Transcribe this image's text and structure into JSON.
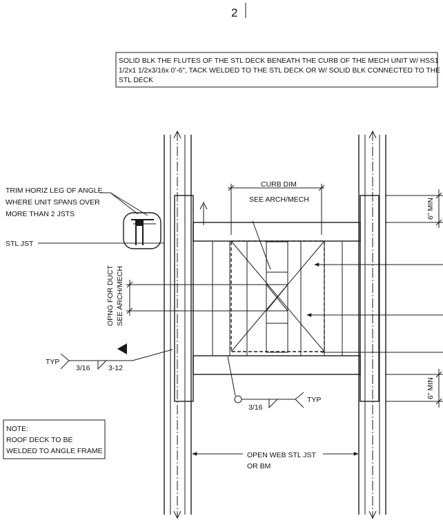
{
  "sheet_number": "2",
  "notes": {
    "top_line1": "SOLID BLK THE FLUTES OF THE STL DECK BENEATH THE CURB OF THE MECH UNIT W/ HSS1",
    "top_line2": "1/2x1 1/2x3/16x 0'-6\", TACK WELDED TO THE STL DECK OR W/ SOLID BLK CONNECTED TO THE",
    "top_line3": "STL DECK",
    "trim_line1": "TRIM HORIZ LEG OF ANGLE",
    "trim_line2": "WHERE UNIT SPANS OVER",
    "trim_line3": "MORE THAN 2 JSTS",
    "stl_jst": "STL JST",
    "opng_line1": "OPNG FOR DUCT",
    "opng_line2": "SEE ARCH/MECH",
    "curb_line1": "CURB DIM",
    "curb_line2": "SEE ARCH/MECH",
    "min_top": "6\" MIN",
    "min_bottom": "6\" MIN",
    "note_line1": "NOTE:",
    "note_line2": "ROOF DECK TO BE",
    "note_line3": "WELDED TO ANGLE FRAME",
    "owsj_line1": "OPEN WEB STL JST",
    "owsj_line2": "OR BM"
  },
  "weld_left": {
    "typ": "TYP",
    "size": "3/16",
    "length": "3-12"
  },
  "weld_bottom": {
    "typ": "TYP",
    "size": "3/16"
  }
}
